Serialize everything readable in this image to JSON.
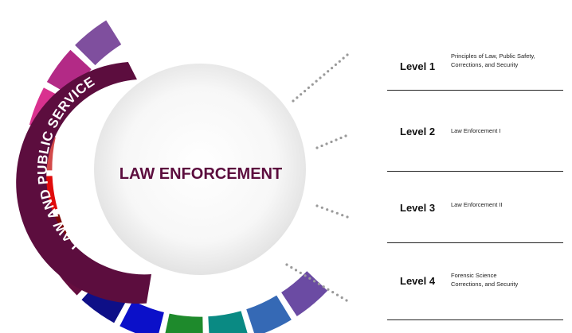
{
  "cluster_label": "LAW AND PUBLIC SERVICE",
  "pathway_title": "LAW ENFORCEMENT",
  "colors": {
    "ring": "#5c0d3e",
    "title": "#5c0d3e",
    "segments": [
      "#7f4f9e",
      "#b32a86",
      "#d9318f",
      "#d34a4a",
      "#e00b0b",
      "#7d0808",
      "#650e3f",
      "#0e0f87",
      "#0b10c9",
      "#1e8a2c",
      "#0a8a83",
      "#3569b5",
      "#6b4ba3"
    ]
  },
  "levels": [
    {
      "level": "Level 1",
      "course": "Principles of Law, Public Safety,\nCorrections, and Security"
    },
    {
      "level": "Level 2",
      "course": "Law Enforcement I"
    },
    {
      "level": "Level 3",
      "course": "Law Enforcement II"
    },
    {
      "level": "Level 4",
      "course": "Forensic Science\nCorrections, and Security"
    }
  ]
}
